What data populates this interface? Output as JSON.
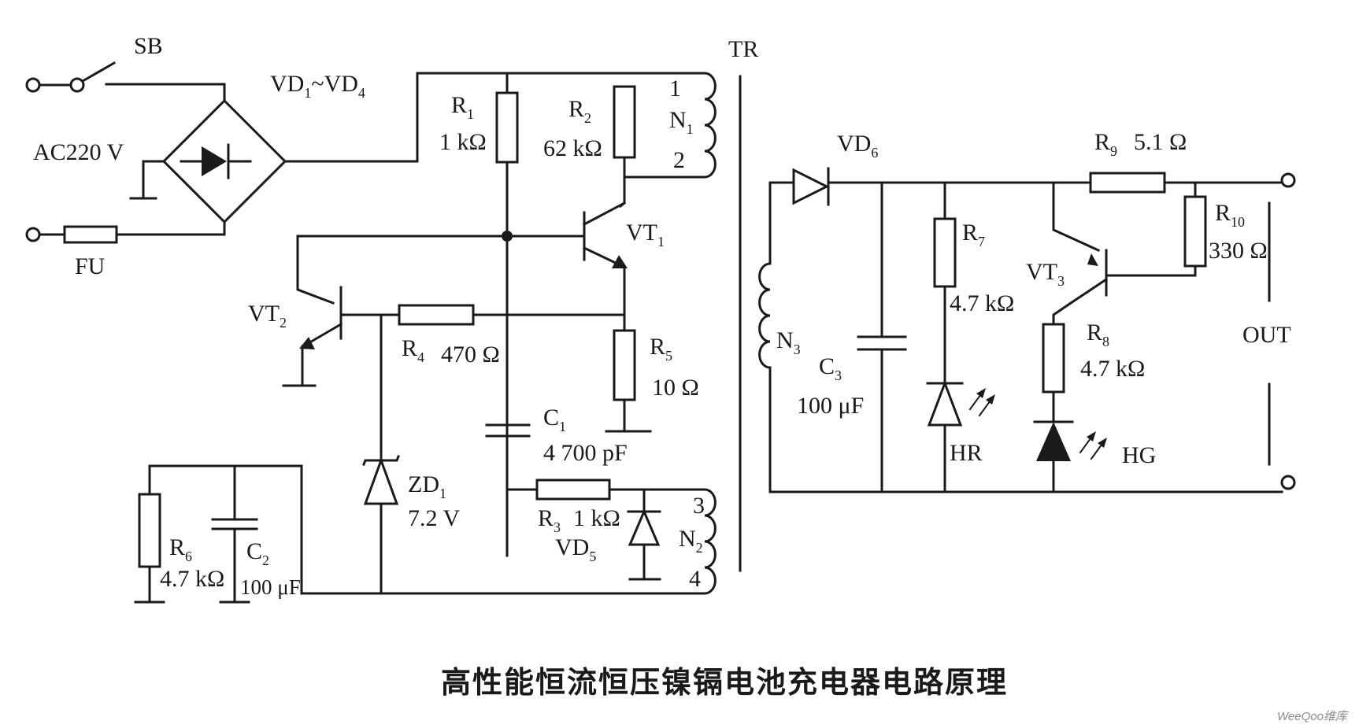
{
  "title": "高性能恒流恒压镍镉电池充电器电路原理",
  "watermark": "WeeQoo维库",
  "input": {
    "switch": "SB",
    "source": "AC220 V",
    "fuse": "FU",
    "bridge": "VD",
    "bridge_a": "1",
    "bridge_sep": "~VD",
    "bridge_b": "4"
  },
  "transformer": {
    "name": "TR",
    "n1": "N",
    "n1_sub": "1",
    "n2": "N",
    "n2_sub": "2",
    "n3": "N",
    "n3_sub": "3",
    "pin1": "1",
    "pin2": "2",
    "pin3": "3",
    "pin4": "4"
  },
  "components": {
    "r1": {
      "ref": "R",
      "sub": "1",
      "value": "1 kΩ"
    },
    "r2": {
      "ref": "R",
      "sub": "2",
      "value": "62 kΩ"
    },
    "r3": {
      "ref": "R",
      "sub": "3",
      "value": "1 kΩ"
    },
    "r4": {
      "ref": "R",
      "sub": "4",
      "value": "470 Ω"
    },
    "r5": {
      "ref": "R",
      "sub": "5",
      "value": "10 Ω"
    },
    "r6": {
      "ref": "R",
      "sub": "6",
      "value": "4.7 kΩ"
    },
    "r7": {
      "ref": "R",
      "sub": "7",
      "value": "4.7 kΩ"
    },
    "r8": {
      "ref": "R",
      "sub": "8",
      "value": "4.7 kΩ"
    },
    "r9": {
      "ref": "R",
      "sub": "9",
      "value": "5.1 Ω"
    },
    "r10": {
      "ref": "R",
      "sub": "10",
      "value": "330 Ω"
    },
    "c1": {
      "ref": "C",
      "sub": "1",
      "value": "4 700 pF"
    },
    "c2": {
      "ref": "C",
      "sub": "2",
      "value": "100 μF"
    },
    "c3": {
      "ref": "C",
      "sub": "3",
      "value": "100 μF"
    },
    "vt1": {
      "ref": "VT",
      "sub": "1"
    },
    "vt2": {
      "ref": "VT",
      "sub": "2"
    },
    "vt3": {
      "ref": "VT",
      "sub": "3"
    },
    "zd1": {
      "ref": "ZD",
      "sub": "1",
      "value": "7.2 V"
    },
    "vd5": {
      "ref": "VD",
      "sub": "5"
    },
    "vd6": {
      "ref": "VD",
      "sub": "6"
    },
    "hr": {
      "ref": "HR"
    },
    "hg": {
      "ref": "HG"
    }
  },
  "output": {
    "label": "OUT"
  }
}
